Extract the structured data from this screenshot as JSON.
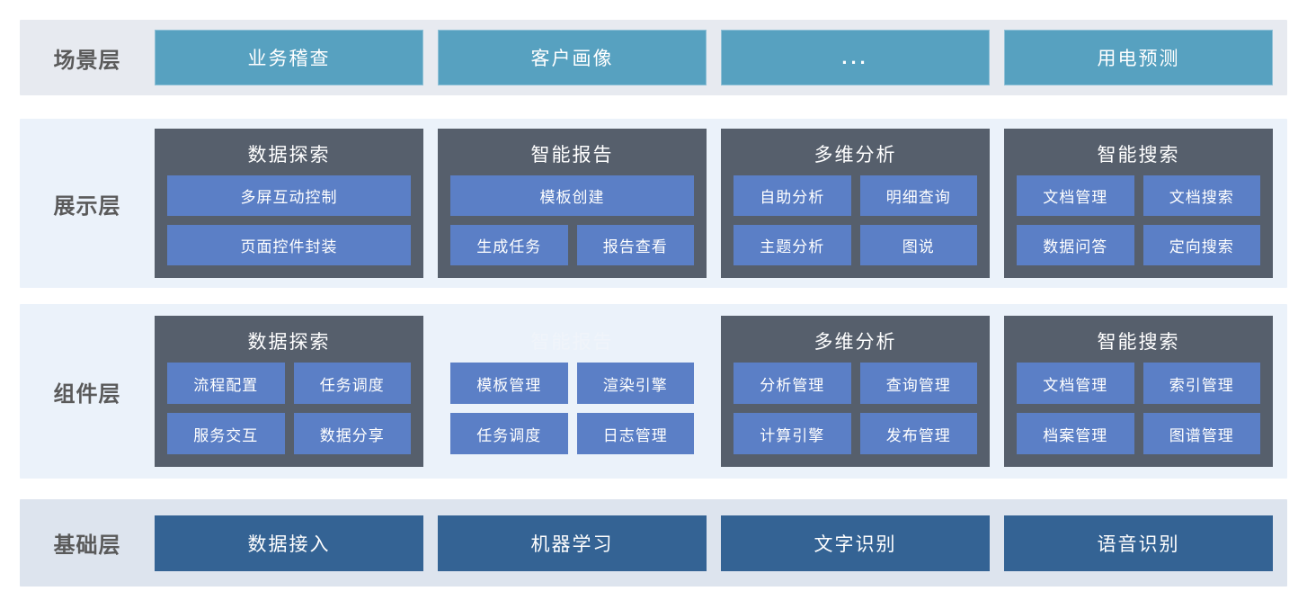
{
  "colors": {
    "scene_band": "#e7eaf0",
    "module_band": "#ebf2fa",
    "base_band": "#dde4ee",
    "scene_card": "#57a1c0",
    "module_card": "#565f6c",
    "chip": "#5b7fc6",
    "base_card": "#346394",
    "label_text": "#5a5a5a"
  },
  "rows": [
    {
      "key": "scene",
      "label": "场景层",
      "cards": [
        {
          "title": "业务稽查"
        },
        {
          "title": "客户画像"
        },
        {
          "title": "..."
        },
        {
          "title": "用电预测"
        }
      ]
    },
    {
      "key": "presentation",
      "label": "展示层",
      "modules": [
        {
          "title": "数据探索",
          "ghost": false,
          "chip_rows": [
            [
              "多屏互动控制"
            ],
            [
              "页面控件封装"
            ]
          ]
        },
        {
          "title": "智能报告",
          "ghost": false,
          "chip_rows": [
            [
              "模板创建"
            ],
            [
              "生成任务",
              "报告查看"
            ]
          ]
        },
        {
          "title": "多维分析",
          "ghost": false,
          "chip_rows": [
            [
              "自助分析",
              "明细查询"
            ],
            [
              "主题分析",
              "图说"
            ]
          ]
        },
        {
          "title": "智能搜索",
          "ghost": false,
          "chip_rows": [
            [
              "文档管理",
              "文档搜索"
            ],
            [
              "数据问答",
              "定向搜索"
            ]
          ]
        }
      ]
    },
    {
      "key": "component",
      "label": "组件层",
      "modules": [
        {
          "title": "数据探索",
          "ghost": false,
          "chip_rows": [
            [
              "流程配置",
              "任务调度"
            ],
            [
              "服务交互",
              "数据分享"
            ]
          ]
        },
        {
          "title": "智能报告",
          "ghost": true,
          "chip_rows": [
            [
              "模板管理",
              "渲染引擎"
            ],
            [
              "任务调度",
              "日志管理"
            ]
          ]
        },
        {
          "title": "多维分析",
          "ghost": false,
          "chip_rows": [
            [
              "分析管理",
              "查询管理"
            ],
            [
              "计算引擎",
              "发布管理"
            ]
          ]
        },
        {
          "title": "智能搜索",
          "ghost": false,
          "chip_rows": [
            [
              "文档管理",
              "索引管理"
            ],
            [
              "档案管理",
              "图谱管理"
            ]
          ]
        }
      ]
    },
    {
      "key": "base",
      "label": "基础层",
      "cards": [
        {
          "title": "数据接入"
        },
        {
          "title": "机器学习"
        },
        {
          "title": "文字识别"
        },
        {
          "title": "语音识别"
        }
      ]
    }
  ]
}
